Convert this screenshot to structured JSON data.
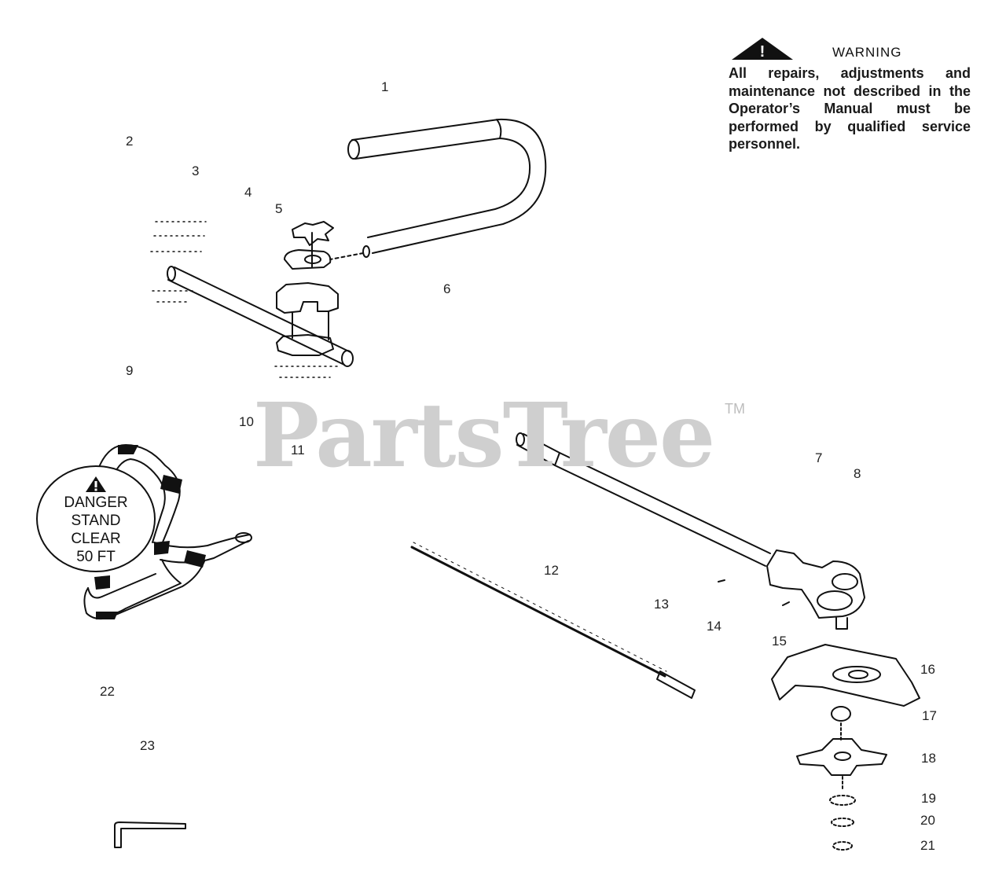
{
  "warning": {
    "title": "WARNING",
    "text": "All repairs, adjustments and maintenance not described in the Operator’s Manual must be performed by qualified service personnel."
  },
  "watermark": {
    "brand": "PartsTree",
    "tm": "TM"
  },
  "danger_sticker": {
    "line1": "DANGER",
    "line2": "STAND",
    "line3": "CLEAR",
    "line4": "50 FT"
  },
  "callouts": {
    "c1": "1",
    "c2": "2",
    "c3": "3",
    "c4": "4",
    "c5": "5",
    "c6": "6",
    "c7": "7",
    "c8": "8",
    "c9": "9",
    "c10": "10",
    "c11": "11",
    "c12": "12",
    "c13": "13",
    "c14": "14",
    "c15": "15",
    "c16": "16",
    "c17": "17",
    "c18": "18",
    "c19": "19",
    "c20": "20",
    "c21": "21",
    "c22": "22",
    "c23": "23"
  },
  "colors": {
    "ink": "#111111",
    "watermark": "#cfcfcf",
    "background": "#ffffff"
  }
}
